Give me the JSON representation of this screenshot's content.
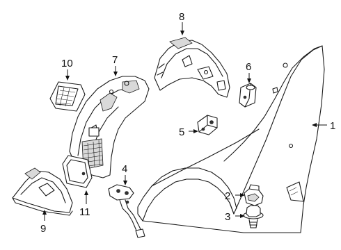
{
  "callouts": {
    "c1": "1",
    "c2": "2",
    "c3": "3",
    "c4": "4",
    "c5": "5",
    "c6": "6",
    "c7": "7",
    "c8": "8",
    "c9": "9",
    "c10": "10",
    "c11": "11"
  },
  "colors": {
    "line": "#1a1a1a",
    "background": "#ffffff"
  }
}
